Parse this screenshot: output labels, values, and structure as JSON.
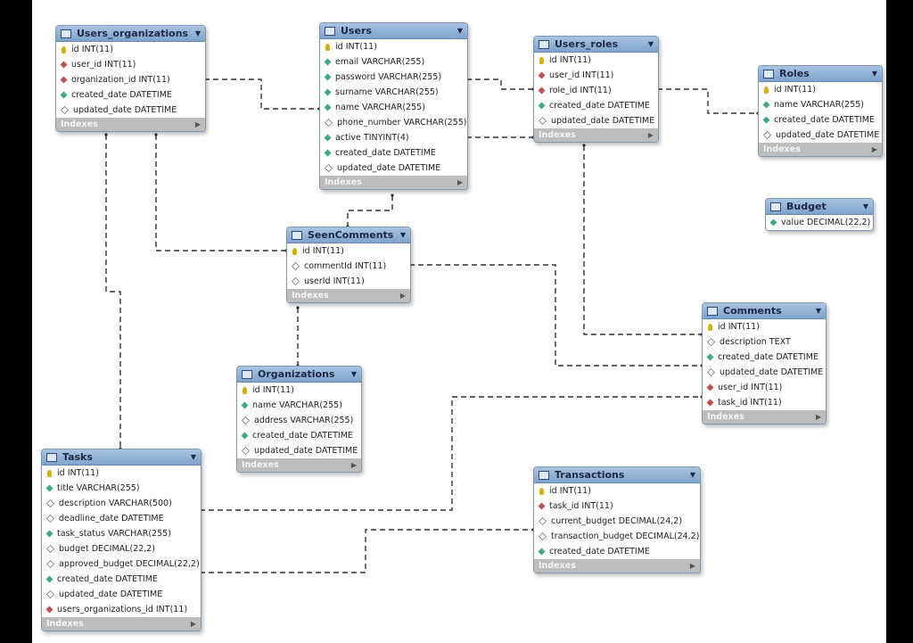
{
  "tables": [
    {
      "id": "users_organizations",
      "name": "Users_organizations",
      "indexes_label": "Indexes",
      "columns": [
        {
          "text": "id INT(11)",
          "icon": "primary-key-icon"
        },
        {
          "text": "user_id INT(11)",
          "icon": "foreign-key-icon"
        },
        {
          "text": "organization_id INT(11)",
          "icon": "foreign-key-icon"
        },
        {
          "text": "created_date DATETIME",
          "icon": "not-null-column-icon"
        },
        {
          "text": "updated_date DATETIME",
          "icon": "nullable-column-icon"
        }
      ]
    },
    {
      "id": "users",
      "name": "Users",
      "indexes_label": "Indexes",
      "columns": [
        {
          "text": "id INT(11)",
          "icon": "primary-key-icon"
        },
        {
          "text": "email VARCHAR(255)",
          "icon": "not-null-column-icon"
        },
        {
          "text": "password VARCHAR(255)",
          "icon": "not-null-column-icon"
        },
        {
          "text": "surname VARCHAR(255)",
          "icon": "not-null-column-icon"
        },
        {
          "text": "name VARCHAR(255)",
          "icon": "not-null-column-icon"
        },
        {
          "text": "phone_number VARCHAR(255)",
          "icon": "nullable-column-icon"
        },
        {
          "text": "active TINYINT(4)",
          "icon": "not-null-column-icon"
        },
        {
          "text": "created_date DATETIME",
          "icon": "not-null-column-icon"
        },
        {
          "text": "updated_date DATETIME",
          "icon": "nullable-column-icon"
        }
      ]
    },
    {
      "id": "users_roles",
      "name": "Users_roles",
      "indexes_label": "Indexes",
      "columns": [
        {
          "text": "id INT(11)",
          "icon": "primary-key-icon"
        },
        {
          "text": "user_id INT(11)",
          "icon": "foreign-key-icon"
        },
        {
          "text": "role_id INT(11)",
          "icon": "foreign-key-icon"
        },
        {
          "text": "created_date DATETIME",
          "icon": "not-null-column-icon"
        },
        {
          "text": "updated_date DATETIME",
          "icon": "nullable-column-icon"
        }
      ]
    },
    {
      "id": "roles",
      "name": "Roles",
      "indexes_label": "Indexes",
      "columns": [
        {
          "text": "id INT(11)",
          "icon": "primary-key-icon"
        },
        {
          "text": "name VARCHAR(255)",
          "icon": "not-null-column-icon"
        },
        {
          "text": "created_date DATETIME",
          "icon": "not-null-column-icon"
        },
        {
          "text": "updated_date DATETIME",
          "icon": "nullable-column-icon"
        }
      ]
    },
    {
      "id": "budget",
      "name": "Budget",
      "indexes_label": "",
      "columns": [
        {
          "text": "value DECIMAL(22,2)",
          "icon": "not-null-column-icon"
        }
      ]
    },
    {
      "id": "seencomments",
      "name": "SeenComments",
      "indexes_label": "Indexes",
      "columns": [
        {
          "text": "id INT(11)",
          "icon": "primary-key-icon"
        },
        {
          "text": "commentId INT(11)",
          "icon": "nullable-column-icon"
        },
        {
          "text": "userId INT(11)",
          "icon": "nullable-column-icon"
        }
      ]
    },
    {
      "id": "comments",
      "name": "Comments",
      "indexes_label": "Indexes",
      "columns": [
        {
          "text": "id INT(11)",
          "icon": "primary-key-icon"
        },
        {
          "text": "description TEXT",
          "icon": "nullable-column-icon"
        },
        {
          "text": "created_date DATETIME",
          "icon": "not-null-column-icon"
        },
        {
          "text": "updated_date DATETIME",
          "icon": "nullable-column-icon"
        },
        {
          "text": "user_id INT(11)",
          "icon": "foreign-key-icon"
        },
        {
          "text": "task_id INT(11)",
          "icon": "foreign-key-icon"
        }
      ]
    },
    {
      "id": "organizations",
      "name": "Organizations",
      "indexes_label": "Indexes",
      "columns": [
        {
          "text": "id INT(11)",
          "icon": "primary-key-icon"
        },
        {
          "text": "name VARCHAR(255)",
          "icon": "not-null-column-icon"
        },
        {
          "text": "address VARCHAR(255)",
          "icon": "nullable-column-icon"
        },
        {
          "text": "created_date DATETIME",
          "icon": "not-null-column-icon"
        },
        {
          "text": "updated_date DATETIME",
          "icon": "nullable-column-icon"
        }
      ]
    },
    {
      "id": "tasks",
      "name": "Tasks",
      "indexes_label": "Indexes",
      "columns": [
        {
          "text": "id INT(11)",
          "icon": "primary-key-icon"
        },
        {
          "text": "title VARCHAR(255)",
          "icon": "not-null-column-icon"
        },
        {
          "text": "description VARCHAR(500)",
          "icon": "nullable-column-icon"
        },
        {
          "text": "deadline_date DATETIME",
          "icon": "nullable-column-icon"
        },
        {
          "text": "task_status VARCHAR(255)",
          "icon": "not-null-column-icon"
        },
        {
          "text": "budget DECIMAL(22,2)",
          "icon": "nullable-column-icon"
        },
        {
          "text": "approved_budget DECIMAL(22,2)",
          "icon": "nullable-column-icon"
        },
        {
          "text": "created_date DATETIME",
          "icon": "not-null-column-icon"
        },
        {
          "text": "updated_date DATETIME",
          "icon": "nullable-column-icon"
        },
        {
          "text": "users_organizations_id INT(11)",
          "icon": "foreign-key-icon"
        }
      ]
    },
    {
      "id": "transactions",
      "name": "Transactions",
      "indexes_label": "Indexes",
      "columns": [
        {
          "text": "id INT(11)",
          "icon": "primary-key-icon"
        },
        {
          "text": "task_id INT(11)",
          "icon": "foreign-key-icon"
        },
        {
          "text": "current_budget DECIMAL(24,2)",
          "icon": "nullable-column-icon"
        },
        {
          "text": "transaction_budget DECIMAL(24,2)",
          "icon": "nullable-column-icon"
        },
        {
          "text": "created_date DATETIME",
          "icon": "not-null-column-icon"
        }
      ]
    }
  ],
  "relationships": [
    {
      "from": "users_organizations",
      "to": "users"
    },
    {
      "from": "users_roles",
      "to": "users"
    },
    {
      "from": "users_roles",
      "to": "roles"
    },
    {
      "from": "seencomments",
      "to": "users"
    },
    {
      "from": "seencomments",
      "to": "users_organizations"
    },
    {
      "from": "seencomments",
      "to": "comments"
    },
    {
      "from": "seencomments",
      "to": "organizations"
    },
    {
      "from": "comments",
      "to": "users_roles"
    },
    {
      "from": "comments",
      "to": "tasks"
    },
    {
      "from": "tasks",
      "to": "users_organizations"
    },
    {
      "from": "transactions",
      "to": "tasks"
    }
  ]
}
